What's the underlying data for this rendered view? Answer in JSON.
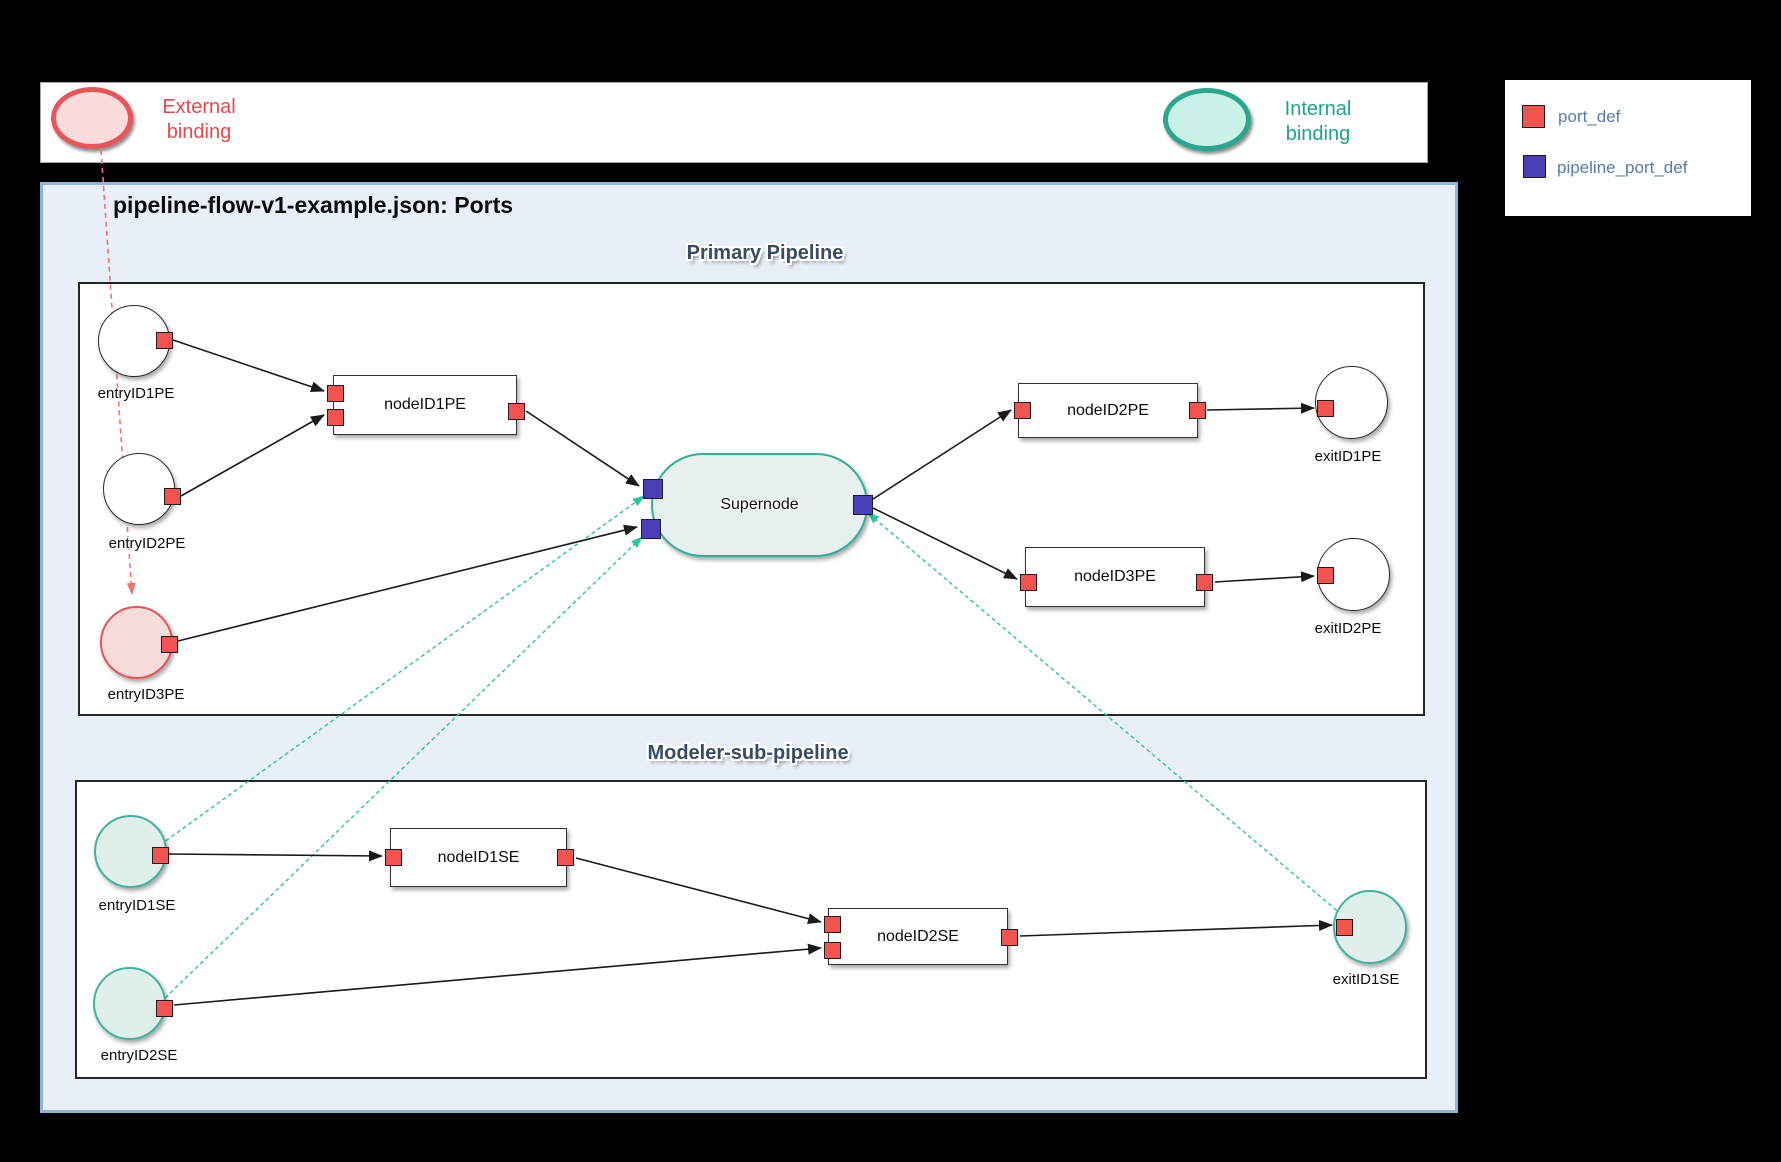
{
  "header": {
    "external_binding_label": "External\nbinding",
    "internal_binding_label": "Internal\nbinding"
  },
  "legend": {
    "port_def_label": "port_def",
    "pipeline_port_def_label": "pipeline_port_def"
  },
  "colors": {
    "port_def": "#f4544f",
    "pipeline_port_def": "#4b3fb8",
    "external_binding_outline": "#e8565a",
    "external_binding_fill": "#fadcdc",
    "internal_binding_outline": "#2aa78e",
    "internal_binding_fill": "#c9f2e6",
    "canvas_bg": "#e9eff9",
    "supernode_fill": "#e7f0ed",
    "supernode_outline": "#2fb199"
  },
  "diagram": {
    "title": "pipeline-flow-v1-example.json: Ports",
    "primary_pipeline": {
      "title": "Primary Pipeline",
      "bindings": {
        "entry1": "entryID1PE",
        "entry2": "entryID2PE",
        "entry3": "entryID3PE",
        "exit1": "exitID1PE",
        "exit2": "exitID2PE"
      },
      "nodes": {
        "node1": "nodeID1PE",
        "node2": "nodeID2PE",
        "node3": "nodeID3PE",
        "supernode": "Supernode"
      }
    },
    "sub_pipeline": {
      "title": "Modeler-sub-pipeline",
      "bindings": {
        "entry1": "entryID1SE",
        "entry2": "entryID2SE",
        "exit1": "exitID1SE"
      },
      "nodes": {
        "node1": "nodeID1SE",
        "node2": "nodeID2SE"
      }
    }
  }
}
